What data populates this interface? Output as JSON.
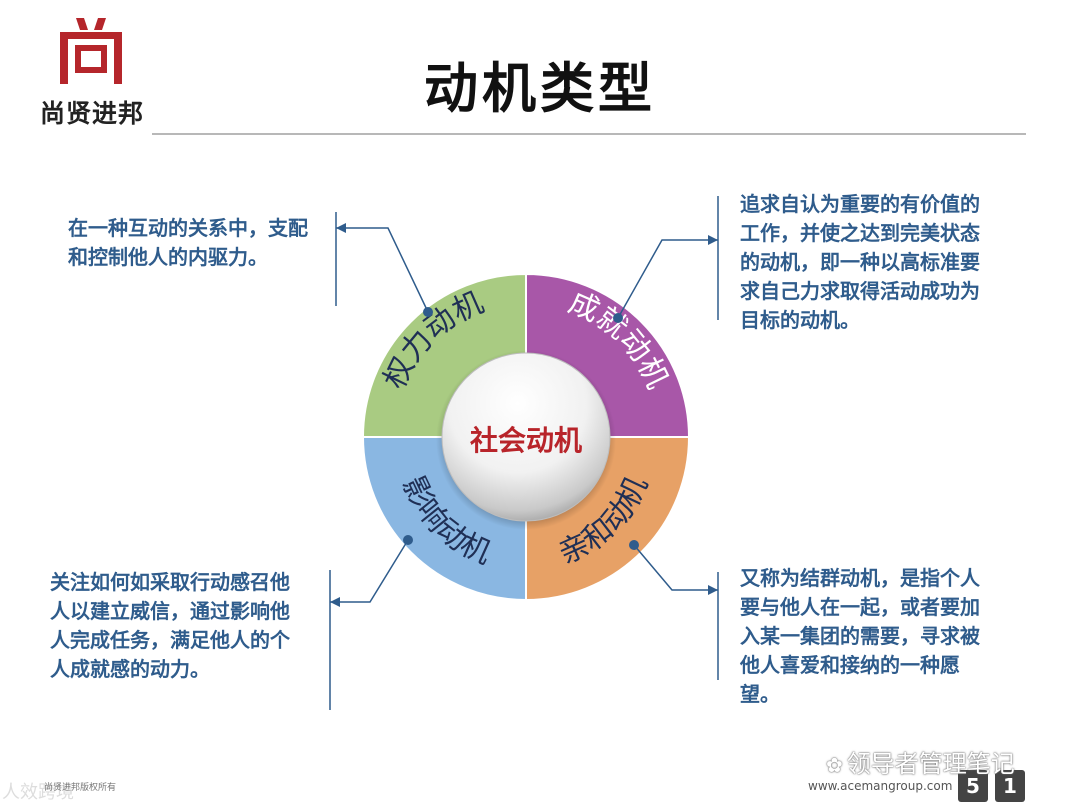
{
  "header": {
    "logo_text": "尚贤进邦",
    "title": "动机类型"
  },
  "diagram": {
    "center_label": "社会动机",
    "segments": {
      "power": {
        "label": "权力动机",
        "color": "#a9cb82"
      },
      "achievement": {
        "label": "成就动机",
        "color": "#a857a8"
      },
      "influence": {
        "label": "影响动机",
        "color": "#8ab7e2"
      },
      "affiliation": {
        "label": "亲和动机",
        "color": "#e7a166"
      }
    },
    "accent_color": "#2f5c8c"
  },
  "descriptions": {
    "power": "在一种互动的关系中，支配和控制他人的内驱力。",
    "achievement": "追求自认为重要的有价值的工作，并使之达到完美状态的动机，即一种以高标准要求自己力求取得活动成功为目标的动机。",
    "influence": "关注如何如采取行动感召他人以建立威信，通过影响他人完成任务，满足他人的个人成就感的动力。",
    "affiliation": "又称为结群动机，是指个人要与他人在一起，或者要加入某一集团的需要，寻求被他人喜爱和接纳的一种愿望。"
  },
  "footer": {
    "left_text": "尚贤进邦版权所有",
    "left_watermark": "人效跨境",
    "url": "www.acemangroup.com",
    "page_digit_1": "5",
    "page_digit_2": "1",
    "watermark": "领导者管理笔记"
  }
}
